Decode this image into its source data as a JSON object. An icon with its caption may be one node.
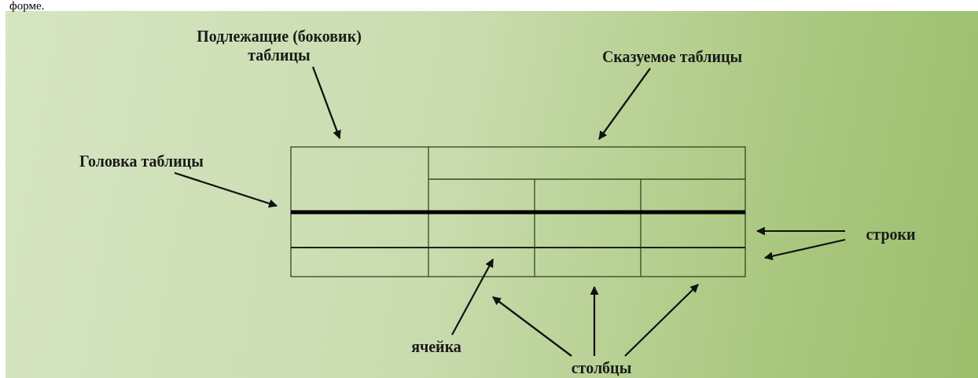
{
  "diagram": {
    "nodes": [
      {
        "text": [
          "Подлежащие (боковик) таблицы"
        ]
      },
      {
        "text": [
          "Сказуемое таблицы"
        ]
      },
      {
        "text": [
          "Головка таблицы"
        ]
      },
      {
        "text": [
          "строки"
        ]
      },
      {
        "text": [
          "ячейка"
        ]
      },
      {
        "text": [
          "столбцы"
        ]
      }
    ],
    "edges": [
      {
        "from": 0,
        "to": null,
        "arrow": "to"
      },
      {
        "from": 1,
        "to": null,
        "arrow": "to"
      },
      {
        "from": 2,
        "to": null,
        "arrow": "to"
      },
      {
        "from": 3,
        "to": null,
        "arrow": "to"
      },
      {
        "from": 3,
        "to": null,
        "arrow": "to"
      },
      {
        "from": 4,
        "to": null,
        "arrow": "to"
      },
      {
        "from": 5,
        "to": null,
        "arrow": "to"
      },
      {
        "from": 5,
        "to": null,
        "arrow": "to"
      },
      {
        "from": 5,
        "to": null,
        "arrow": "to"
      }
    ],
    "labels": [
      "форме."
    ]
  }
}
